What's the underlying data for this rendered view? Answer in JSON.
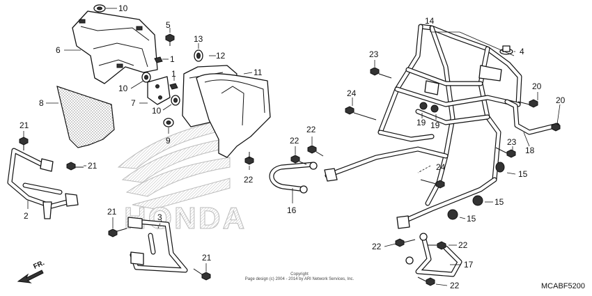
{
  "diagram": {
    "code": "MCABF5200",
    "watermark_brand": "HONDA",
    "front_label": "FR.",
    "copyright_line1": "Copyright",
    "copyright_line2": "Page design (c) 2004 - 2014 by ARI Network Services, Inc.",
    "callouts": [
      {
        "id": "c-10a",
        "text": "10"
      },
      {
        "id": "c-5",
        "text": "5"
      },
      {
        "id": "c-6",
        "text": "6"
      },
      {
        "id": "c-1a",
        "text": "1"
      },
      {
        "id": "c-13",
        "text": "13"
      },
      {
        "id": "c-12",
        "text": "12"
      },
      {
        "id": "c-11",
        "text": "11"
      },
      {
        "id": "c-1b",
        "text": "1"
      },
      {
        "id": "c-10b",
        "text": "10"
      },
      {
        "id": "c-7",
        "text": "7"
      },
      {
        "id": "c-10c",
        "text": "10"
      },
      {
        "id": "c-8",
        "text": "8"
      },
      {
        "id": "c-9",
        "text": "9"
      },
      {
        "id": "c-21a",
        "text": "21"
      },
      {
        "id": "c-21b",
        "text": "21"
      },
      {
        "id": "c-2",
        "text": "2"
      },
      {
        "id": "c-21c",
        "text": "21"
      },
      {
        "id": "c-3",
        "text": "3"
      },
      {
        "id": "c-21d",
        "text": "21"
      },
      {
        "id": "c-22a",
        "text": "22"
      },
      {
        "id": "c-22b",
        "text": "22"
      },
      {
        "id": "c-22c",
        "text": "22"
      },
      {
        "id": "c-16",
        "text": "16"
      },
      {
        "id": "c-14",
        "text": "14"
      },
      {
        "id": "c-4",
        "text": "4"
      },
      {
        "id": "c-23a",
        "text": "23"
      },
      {
        "id": "c-24a",
        "text": "24"
      },
      {
        "id": "c-19a",
        "text": "19"
      },
      {
        "id": "c-19b",
        "text": "19"
      },
      {
        "id": "c-20a",
        "text": "20"
      },
      {
        "id": "c-20b",
        "text": "20"
      },
      {
        "id": "c-18",
        "text": "18"
      },
      {
        "id": "c-23b",
        "text": "23"
      },
      {
        "id": "c-24b",
        "text": "24"
      },
      {
        "id": "c-15a",
        "text": "15"
      },
      {
        "id": "c-15b",
        "text": "15"
      },
      {
        "id": "c-15c",
        "text": "15"
      },
      {
        "id": "c-22d",
        "text": "22"
      },
      {
        "id": "c-22e",
        "text": "22"
      },
      {
        "id": "c-17",
        "text": "17"
      },
      {
        "id": "c-22f",
        "text": "22"
      }
    ]
  }
}
